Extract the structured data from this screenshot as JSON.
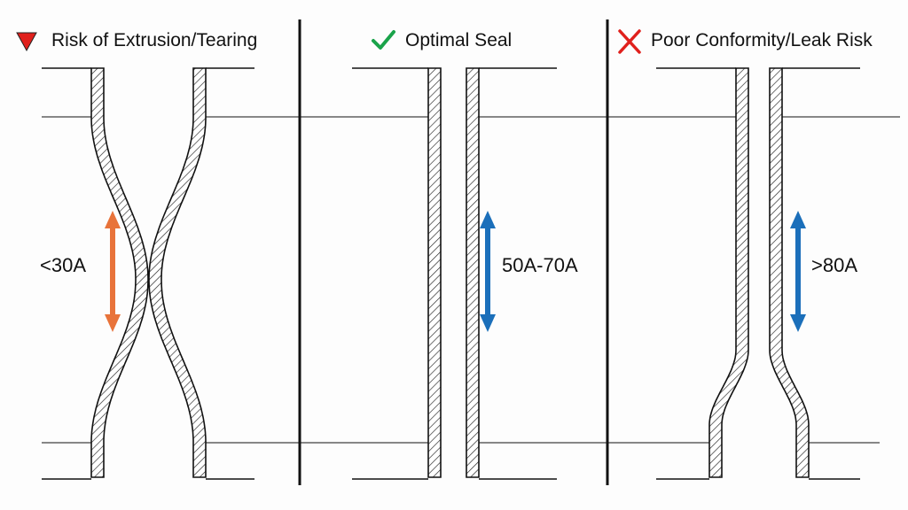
{
  "panels": [
    {
      "title": "Risk of Extrusion/Tearing",
      "icon": "warning-triangle-icon",
      "icon_color": "#e0201c",
      "hardness_label": "<30A",
      "arrow_color": "#e8733a",
      "wall_shape": "bulging-inward"
    },
    {
      "title": "Optimal Seal",
      "icon": "checkmark-icon",
      "icon_color": "#1aa34a",
      "hardness_label": "50A-70A",
      "arrow_color": "#1b6fba",
      "wall_shape": "straight"
    },
    {
      "title": "Poor Conformity/Leak Risk",
      "icon": "cross-icon",
      "icon_color": "#e0201c",
      "hardness_label": ">80A",
      "arrow_color": "#1b6fba",
      "wall_shape": "flared-bottom"
    }
  ]
}
